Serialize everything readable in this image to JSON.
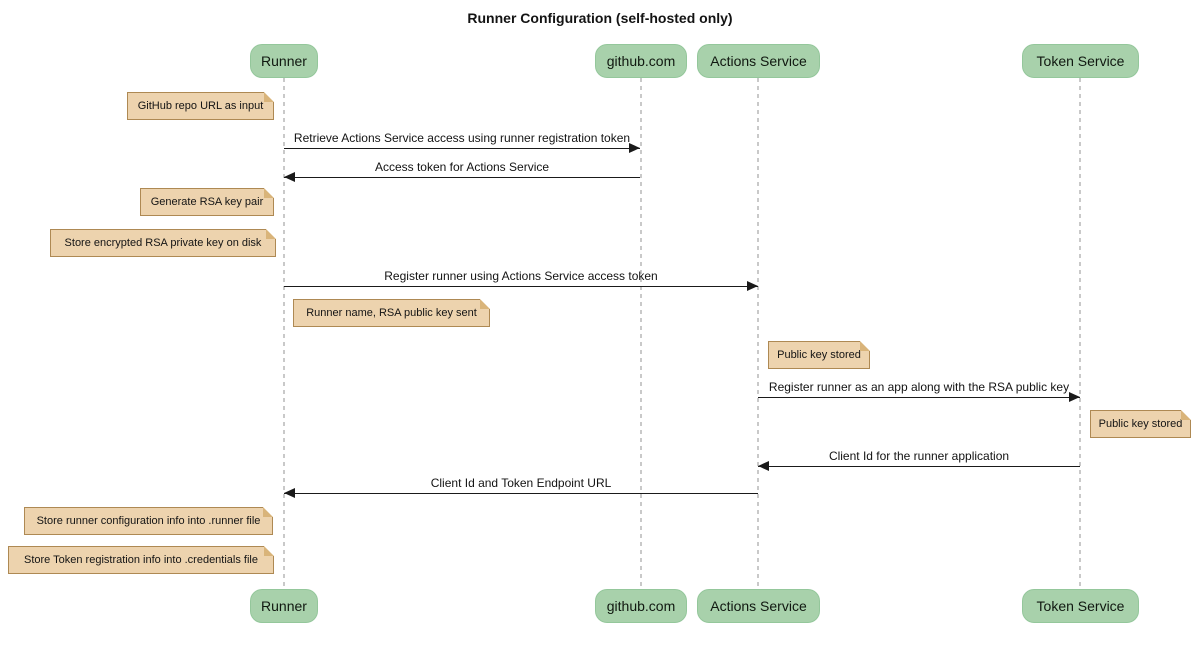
{
  "title": "Runner Configuration (self-hosted only)",
  "colors": {
    "participant_fill": "#a8d1ab",
    "participant_border": "#94c79b",
    "note_fill": "#edd3ae",
    "note_border": "#ae8953",
    "lifeline": "#c9c9c9",
    "arrow": "#1a1a1a",
    "background": "#ffffff"
  },
  "participants": [
    {
      "label": "Runner"
    },
    {
      "label": "github.com"
    },
    {
      "label": "Actions Service"
    },
    {
      "label": "Token Service"
    }
  ],
  "messages": [
    {
      "from": "Runner",
      "to": "github.com",
      "label": "Retrieve Actions Service access using runner registration token"
    },
    {
      "from": "github.com",
      "to": "Runner",
      "label": "Access token for Actions Service"
    },
    {
      "from": "Runner",
      "to": "Actions Service",
      "label": "Register runner using Actions Service access token"
    },
    {
      "from": "Actions Service",
      "to": "Token Service",
      "label": "Register runner as an app along with the RSA public key"
    },
    {
      "from": "Token Service",
      "to": "Actions Service",
      "label": "Client Id for the runner application"
    },
    {
      "from": "Actions Service",
      "to": "Runner",
      "label": "Client Id and Token Endpoint URL"
    }
  ],
  "notes": [
    {
      "anchor": "Runner",
      "side": "left",
      "text": "GitHub repo URL as input"
    },
    {
      "anchor": "Runner",
      "side": "left",
      "text": "Generate RSA key pair"
    },
    {
      "anchor": "Runner",
      "side": "left",
      "text": "Store encrypted RSA private key on disk"
    },
    {
      "anchor": "Runner",
      "side": "right",
      "text": "Runner name, RSA public key sent"
    },
    {
      "anchor": "Actions Service",
      "side": "right",
      "text": "Public key stored"
    },
    {
      "anchor": "Token Service",
      "side": "right",
      "text": "Public key stored"
    },
    {
      "anchor": "Runner",
      "side": "left",
      "text": "Store runner configuration info into .runner file"
    },
    {
      "anchor": "Runner",
      "side": "left",
      "text": "Store Token registration info into .credentials file"
    }
  ]
}
